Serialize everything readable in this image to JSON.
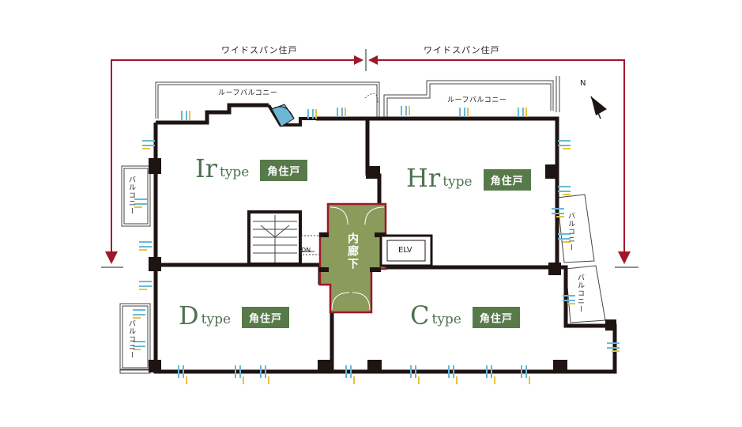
{
  "colors": {
    "wall": "#1e1412",
    "accent_red": "#a0172b",
    "unit_green": "#4f7250",
    "badge_green": "#587a4a",
    "corridor_fill": "#8a9b5c",
    "window_blue": "#6bb8d6",
    "window_yellow": "#e8c43a"
  },
  "spans": {
    "left": "ワイドスパン住戸",
    "right": "ワイドスパン住戸"
  },
  "units": [
    {
      "letter": "Ir",
      "suffix": "type",
      "badge": "角住戸"
    },
    {
      "letter": "Hr",
      "suffix": "type",
      "badge": "角住戸"
    },
    {
      "letter": "D",
      "suffix": "type",
      "badge": "角住戸"
    },
    {
      "letter": "C",
      "suffix": "type",
      "badge": "角住戸"
    }
  ],
  "labels": {
    "roof_balcony_left": "ルーフバルコニー",
    "roof_balcony_right": "ルーフバルコニー",
    "balcony": "バルコニー",
    "corridor": "内廊下",
    "elevator": "ELV",
    "stairs_down": "DN"
  },
  "compass_icon": "north-arrow-icon"
}
